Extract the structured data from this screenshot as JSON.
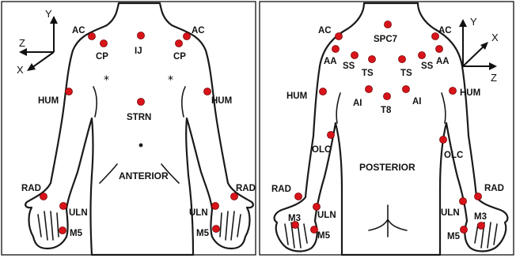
{
  "anterior": {
    "view_label": "ANTERIOR",
    "axes": {
      "y": "Y",
      "z": "Z",
      "x": "X"
    },
    "landmarks": [
      {
        "id": "ac-r",
        "label": "AC"
      },
      {
        "id": "ac-l",
        "label": "AC"
      },
      {
        "id": "cp-r",
        "label": "CP"
      },
      {
        "id": "cp-l",
        "label": "CP"
      },
      {
        "id": "ij",
        "label": "IJ"
      },
      {
        "id": "hum-r",
        "label": "HUM"
      },
      {
        "id": "hum-l",
        "label": "HUM"
      },
      {
        "id": "strn",
        "label": "STRN"
      },
      {
        "id": "rad-r",
        "label": "RAD"
      },
      {
        "id": "rad-l",
        "label": "RAD"
      },
      {
        "id": "uln-r",
        "label": "ULN"
      },
      {
        "id": "uln-l",
        "label": "ULN"
      },
      {
        "id": "m5-r",
        "label": "M5"
      },
      {
        "id": "m5-l",
        "label": "M5"
      }
    ]
  },
  "posterior": {
    "view_label": "POSTERIOR",
    "axes": {
      "y": "Y",
      "x": "X",
      "z": "Z"
    },
    "landmarks": [
      {
        "id": "ac-l",
        "label": "AC"
      },
      {
        "id": "ac-r",
        "label": "AC"
      },
      {
        "id": "spc7",
        "label": "SPC7"
      },
      {
        "id": "aa-l",
        "label": "AA"
      },
      {
        "id": "aa-r",
        "label": "AA"
      },
      {
        "id": "ss-l",
        "label": "SS"
      },
      {
        "id": "ss-r",
        "label": "SS"
      },
      {
        "id": "ts-l",
        "label": "TS"
      },
      {
        "id": "ts-r",
        "label": "TS"
      },
      {
        "id": "hum-l",
        "label": "HUM"
      },
      {
        "id": "hum-r",
        "label": "HUM"
      },
      {
        "id": "ai-l",
        "label": "AI"
      },
      {
        "id": "ai-r",
        "label": "AI"
      },
      {
        "id": "t8",
        "label": "T8"
      },
      {
        "id": "olc-l",
        "label": "OLC"
      },
      {
        "id": "olc-r",
        "label": "OLC"
      },
      {
        "id": "rad-l",
        "label": "RAD"
      },
      {
        "id": "rad-r",
        "label": "RAD"
      },
      {
        "id": "uln-l",
        "label": "ULN"
      },
      {
        "id": "uln-r",
        "label": "ULN"
      },
      {
        "id": "m3-l",
        "label": "M3"
      },
      {
        "id": "m3-r",
        "label": "M3"
      },
      {
        "id": "m5-l",
        "label": "M5"
      },
      {
        "id": "m5-r",
        "label": "M5"
      }
    ]
  },
  "colors": {
    "marker": "#d8141a",
    "outline": "#1a1a1a"
  }
}
